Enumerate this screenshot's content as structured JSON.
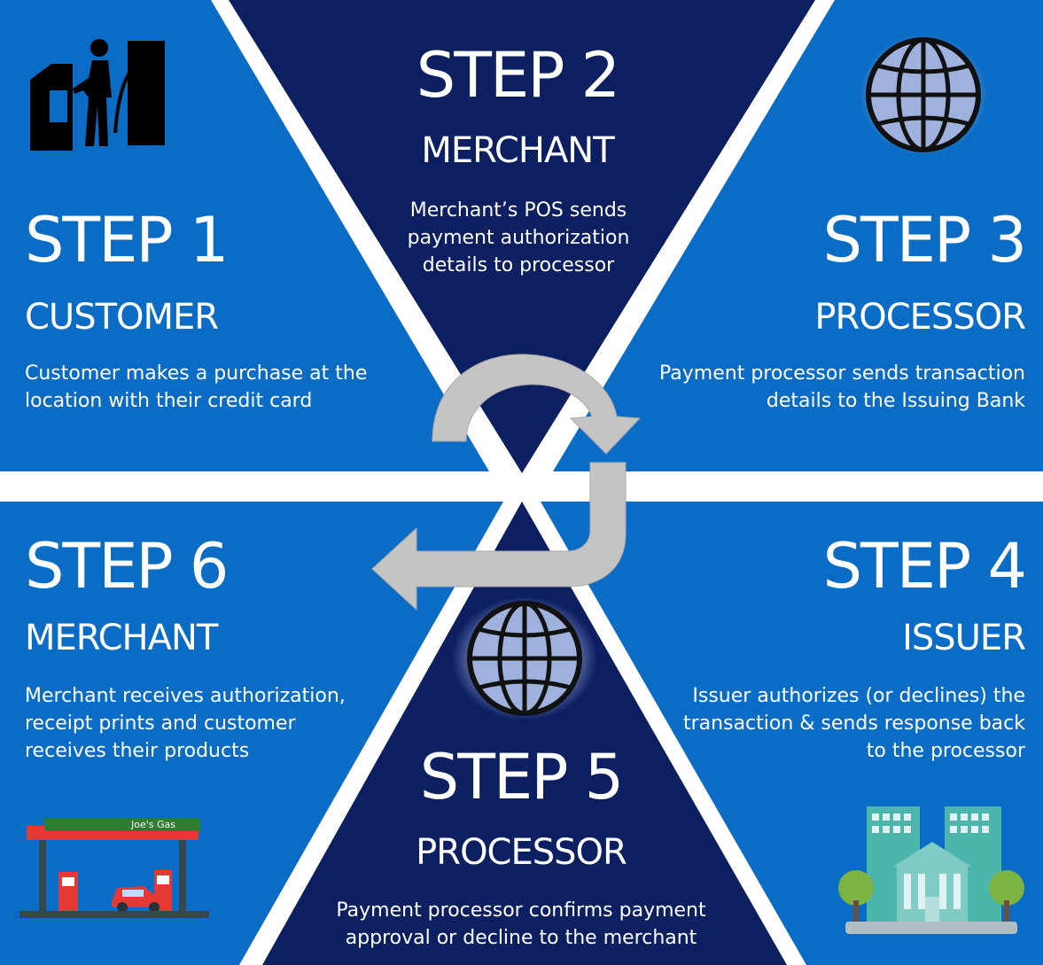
{
  "steps": [
    {
      "step": "STEP 1",
      "role": "CUSTOMER",
      "desc": "Customer makes a purchase at the location with their credit card"
    },
    {
      "step": "STEP 2",
      "role": "MERCHANT",
      "desc": "Merchant’s POS sends payment authorization details to processor"
    },
    {
      "step": "STEP 3",
      "role": "PROCESSOR",
      "desc": "Payment processor sends transaction details to the Issuing Bank"
    },
    {
      "step": "STEP 4",
      "role": "ISSUER",
      "desc": "Issuer authorizes (or declines) the transaction & sends response back to the processor"
    },
    {
      "step": "STEP 5",
      "role": "PROCESSOR",
      "desc": "Payment processor confirms payment approval or decline to the merchant"
    },
    {
      "step": "STEP 6",
      "role": "MERCHANT",
      "desc": "Merchant receives authorization, receipt prints and customer receives their products"
    }
  ],
  "gas_sign": "Joe's Gas",
  "icons": {
    "customer": "customer-at-pump-icon",
    "processor_top": "globe-icon",
    "processor_bottom": "globe-icon",
    "issuer": "bank-building-icon",
    "merchant": "gas-station-icon",
    "flow": "circular-flow-arrow-icon"
  },
  "colors": {
    "panel": "#0a6cc4",
    "dark": "#0c1f60",
    "arrow": "#c4c4c4",
    "white": "#ffffff"
  }
}
